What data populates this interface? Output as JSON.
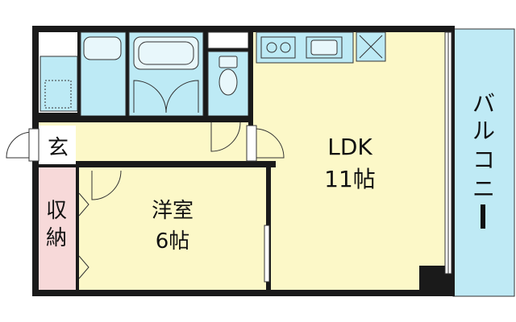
{
  "rooms": {
    "ldk": {
      "name": "LDK",
      "size": "11帖"
    },
    "western": {
      "name": "洋室",
      "size": "6帖"
    },
    "balcony": {
      "chars": [
        "バ",
        "ル",
        "コ",
        "ニ",
        "ー"
      ]
    },
    "entrance": {
      "name": "玄"
    },
    "storage": {
      "chars": [
        "収",
        "納"
      ]
    }
  },
  "colors": {
    "wall": "#1a1a1a",
    "room_fill": "#fcf8c8",
    "wet_area": "#bdeaf5",
    "balcony": "#bfeaf5",
    "storage": "#f7d9d9",
    "entrance": "#ffffff"
  }
}
